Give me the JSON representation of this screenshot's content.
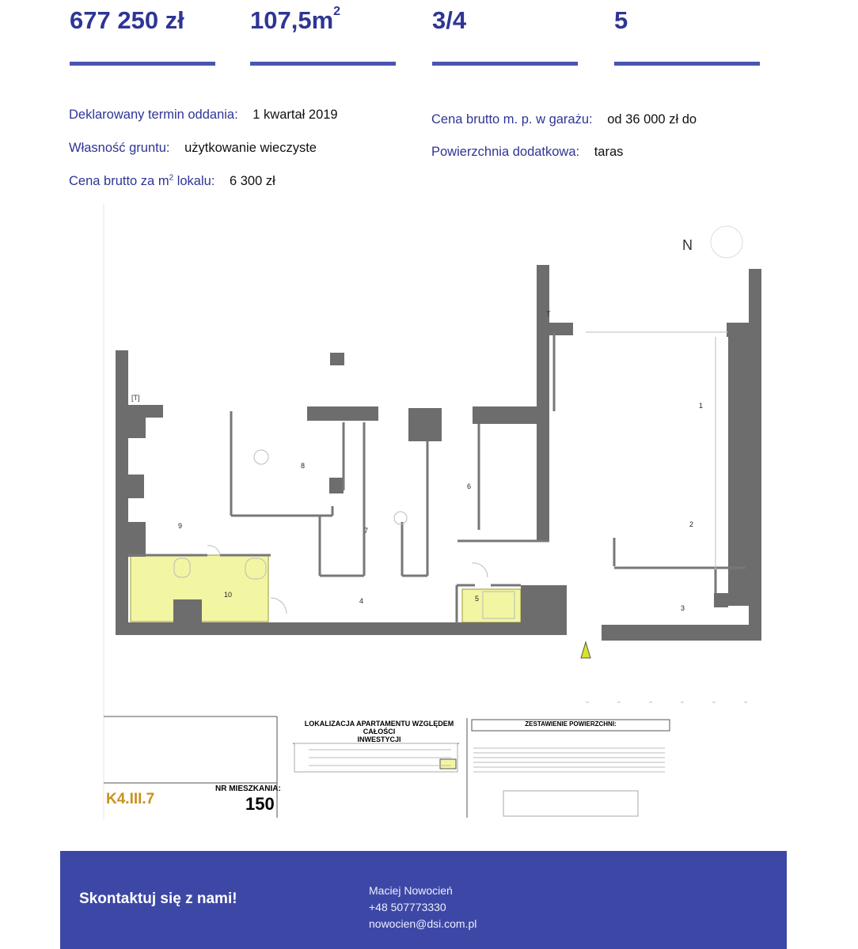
{
  "stats": {
    "price": "677 250 zł",
    "area": "107,5m",
    "area_sup": "2",
    "floor": "3/4",
    "rooms": "5"
  },
  "details": {
    "completion_label": "Deklarowany termin oddania:",
    "completion_value": "1 kwartał 2019",
    "ownership_label": "Własność gruntu:",
    "ownership_value": "użytkowanie wieczyste",
    "price_m2_label_a": "Cena brutto za m",
    "price_m2_label_sup": "2",
    "price_m2_label_b": " lokalu:",
    "price_m2_value": "6 300 zł",
    "garage_label": "Cena brutto m. p. w garażu:",
    "garage_value": "od 36 000 zł do",
    "extra_area_label": "Powierzchnia dodatkowa:",
    "extra_area_value": "taras"
  },
  "plan": {
    "north": "N",
    "room_numbers": [
      "1",
      "2",
      "3",
      "4",
      "5",
      "6",
      "7",
      "8",
      "9",
      "10"
    ]
  },
  "legend": {
    "location_title_1": "LOKALIZACJA APARTAMENTU WZGLĘDEM CAŁOŚCI",
    "location_title_2": "INWESTYCJI",
    "summary_title": "ZESTAWIENIE POWIERZCHNI:",
    "unit_code": "K4.III.7",
    "nr_label": "NR MIESZKANIA:",
    "nr_value": "150"
  },
  "contact": {
    "cta": "Skontaktuj się z nami!",
    "name": "Maciej Nowocień",
    "phone": "+48 507773330",
    "email": "nowocien@dsi.com.pl"
  },
  "colors": {
    "brand_blue": "#2f3595",
    "footer_blue": "#3d48a6",
    "highlight_yellow": "#f2f5a2",
    "wall_gray": "#6d6d6d"
  }
}
